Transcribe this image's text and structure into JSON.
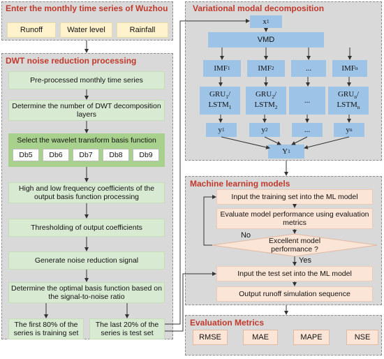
{
  "input": {
    "title": "Enter the monthly time series of Wuzhou",
    "items": [
      "Runoff",
      "Water level",
      "Rainfall"
    ]
  },
  "dwt": {
    "title": "DWT noise reduction processing",
    "step_preprocessed": "Pre-processed monthly time series",
    "step_layers": "Determine the number of DWT decomposition layers",
    "step_select": "Select the wavelet transform basis function",
    "wavelets": [
      "Db5",
      "Db6",
      "Db7",
      "Db8",
      "Db9"
    ],
    "step_coeff": "High and low frequency coefficients of the output basis function processing",
    "step_threshold": "Thresholding of output coefficients",
    "step_generate": "Generate noise reduction signal",
    "step_optimal": "Determine the optimal basis function based on the signal-to-noise ratio",
    "split_train": "The first 80% of the series is training set",
    "split_test": "The last 20% of the series is test set"
  },
  "vmd": {
    "title": "Variational modal decomposition",
    "x1": "x",
    "x1_sub": "1",
    "vmd_label": "VMD",
    "imfs": [
      {
        "main": "IMF",
        "sub": "1"
      },
      {
        "main": "IMF",
        "sub": "2"
      },
      {
        "main": "...",
        "sub": ""
      },
      {
        "main": "IMF",
        "sub": "n"
      }
    ],
    "models": [
      {
        "l1": "GRU",
        "s1": "1",
        "l2": "LSTM",
        "s2": "1"
      },
      {
        "l1": "GRU",
        "s1": "2",
        "l2": "LSTM",
        "s2": "2"
      },
      {
        "l1": "...",
        "s1": "",
        "l2": "",
        "s2": ""
      },
      {
        "l1": "GRU",
        "s1": "n",
        "l2": "LSTM",
        "s2": "n"
      }
    ],
    "ys": [
      {
        "main": "y",
        "sub": "1"
      },
      {
        "main": "y",
        "sub": "2"
      },
      {
        "main": "...",
        "sub": ""
      },
      {
        "main": "y",
        "sub": "n"
      }
    ],
    "Y1": "Y",
    "Y1_sub": "1"
  },
  "ml": {
    "title": "Machine learning models",
    "step_input_train": "Input the training set into the ML model",
    "step_evaluate": "Evaluate model performance using evaluation metrics",
    "decision": "Excellent model performance ?",
    "no_label": "No",
    "yes_label": "Yes",
    "step_input_test": "Input the test set into the ML model",
    "step_output": "Output runoff simulation sequence"
  },
  "metrics": {
    "title": "Evaluation Metrics",
    "items": [
      "RMSE",
      "MAE",
      "MAPE",
      "NSE"
    ]
  },
  "colors": {
    "title_red": "#c0392b",
    "panel_gray": "#d9d9d9",
    "green_step": "#d9ead3",
    "green_select": "#a9d18e",
    "blue_node": "#9dc3e6",
    "peach_step": "#fbe5d6",
    "yellow_item": "#fff2cc"
  }
}
